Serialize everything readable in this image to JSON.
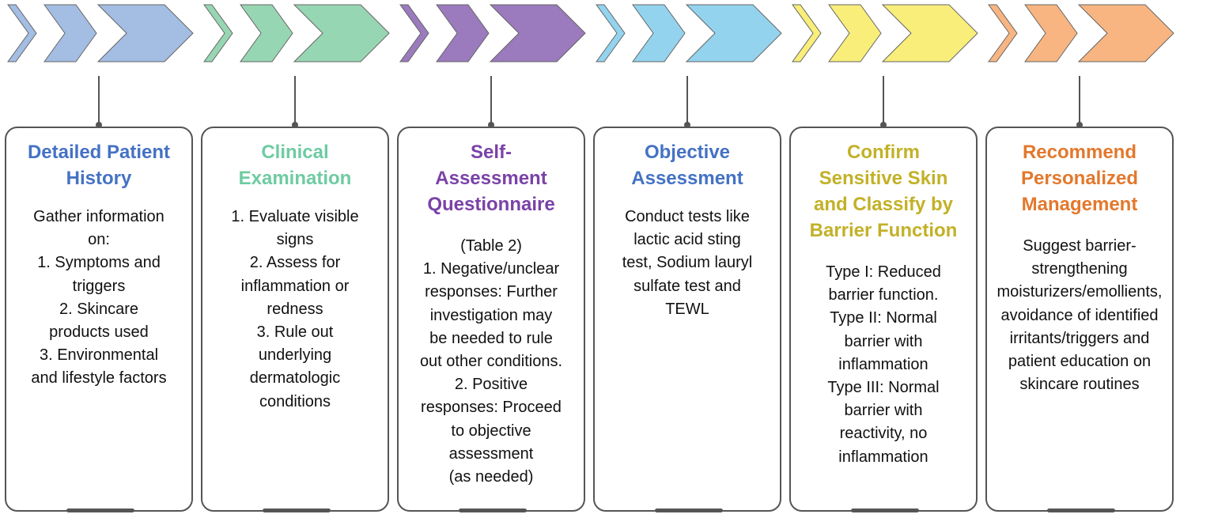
{
  "steps": [
    {
      "title": [
        "Detailed Patient",
        "History"
      ],
      "body": [
        "Gather information",
        "on:",
        "1. Symptoms and",
        "triggers",
        "2. Skincare",
        "products used",
        "3. Environmental",
        "and lifestyle factors"
      ],
      "title_color": "#4472c4",
      "fill": "#a3bde3",
      "fill_dark": "#98b4de"
    },
    {
      "title": [
        "Clinical",
        "Examination"
      ],
      "body": [
        "1. Evaluate visible",
        "signs",
        "2. Assess for",
        "inflammation or",
        "redness",
        "3. Rule out",
        "underlying",
        "dermatologic",
        "conditions"
      ],
      "title_color": "#6ecba2",
      "fill": "#97d6b2",
      "fill_dark": "#8dcfa9"
    },
    {
      "title": [
        "Self-",
        "Assessment",
        "Questionnaire"
      ],
      "body": [
        "(Table 2)",
        "1. Negative/unclear",
        "responses: Further",
        "investigation may",
        "be needed to rule",
        "out other conditions.",
        "2. Positive",
        "responses: Proceed",
        "to objective",
        "assessment",
        "(as needed)"
      ],
      "title_color": "#7a42a8",
      "fill": "#9b7abd",
      "fill_dark": "#8e6cb3"
    },
    {
      "title": [
        "Objective",
        "Assessment"
      ],
      "body": [
        "Conduct tests like",
        "lactic acid sting",
        "test, Sodium lauryl",
        "sulfate test and",
        "TEWL"
      ],
      "title_color": "#4472c4",
      "fill": "#93d3ee",
      "fill_dark": "#86cbea"
    },
    {
      "title": [
        "Confirm",
        "Sensitive Skin",
        "and Classify by",
        "Barrier Function"
      ],
      "body": [
        "Type I: Reduced",
        "barrier function.",
        "Type II: Normal",
        "barrier with",
        "inflammation",
        "Type III: Normal",
        "barrier with",
        "reactivity, no",
        "inflammation"
      ],
      "title_color": "#c2b127",
      "fill": "#f9ee7a",
      "fill_dark": "#f3e66c"
    },
    {
      "title": [
        "Recommend",
        "Personalized",
        "Management"
      ],
      "body": [
        "Suggest barrier-",
        "strengthening",
        "moisturizers/emollients,",
        "avoidance of identified",
        "irritants/triggers and",
        "patient education on",
        "skincare routines"
      ],
      "title_color": "#e3782c",
      "fill": "#f8b581",
      "fill_dark": "#f3a972"
    }
  ],
  "connector_color": "#555555",
  "arrow_stroke": "#666666"
}
